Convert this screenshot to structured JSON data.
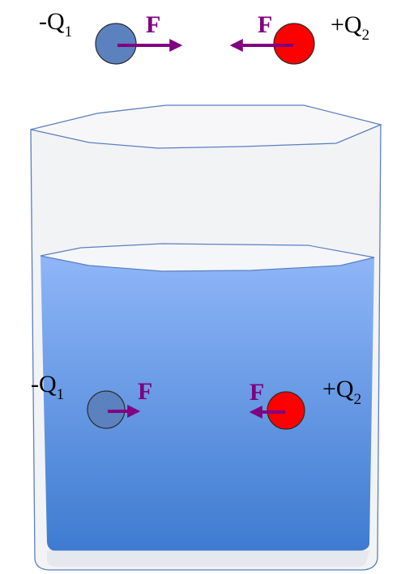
{
  "colors": {
    "negative_charge": "#5b82be",
    "positive_charge": "#ff0000",
    "force_arrow": "#800080",
    "water_top": "#8fb6f8",
    "water_bottom": "#3e7bd0",
    "glass_fill": "#f2f3f5",
    "glass_edge": "#5a7fc0"
  },
  "top_row": {
    "charge_left": {
      "sign": "-",
      "name": "Q",
      "subscript": "1"
    },
    "charge_right": {
      "sign": "+",
      "name": "Q",
      "subscript": "2"
    },
    "force_left_label": "F",
    "force_right_label": "F"
  },
  "in_water": {
    "charge_left": {
      "sign": "-",
      "name": "Q",
      "subscript": "1"
    },
    "charge_right": {
      "sign": "+",
      "name": "Q",
      "subscript": "2"
    },
    "force_left_label": "F",
    "force_right_label": "F"
  }
}
